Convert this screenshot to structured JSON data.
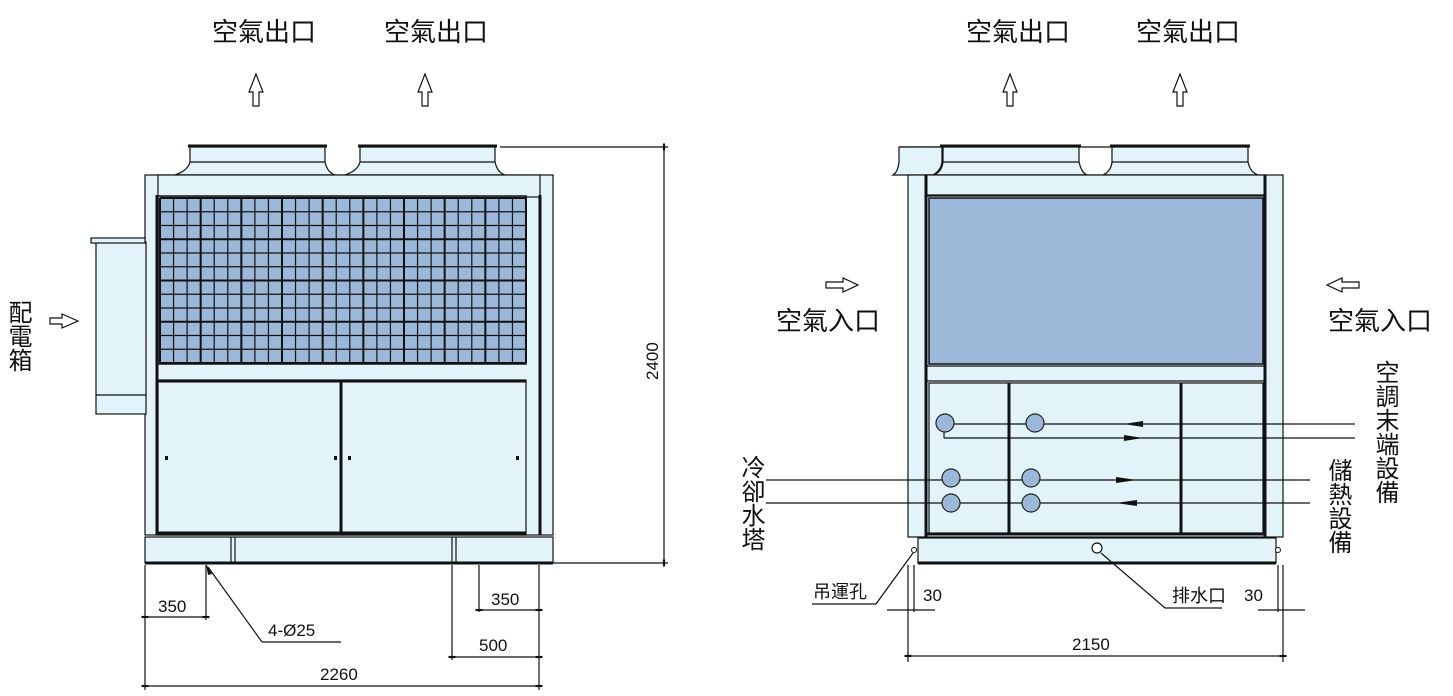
{
  "colors": {
    "panel": "#e2f4f9",
    "coil": "#9cb8d9",
    "line": "#111111",
    "background": "#ffffff"
  },
  "left_view": {
    "air_outlets": [
      "空氣出口",
      "空氣出口"
    ],
    "electrical_box": "配電箱",
    "dimensions": {
      "height": "2400",
      "total_width": "2260",
      "foot_left": "350",
      "foot_right": "350",
      "right_offset": "500",
      "anchor_holes": "4-Ø25"
    }
  },
  "right_view": {
    "air_outlets": [
      "空氣出口",
      "空氣出口"
    ],
    "air_inlets": [
      "空氣入口",
      "空氣入口"
    ],
    "connections": {
      "cooling_tower": "冷卻水塔",
      "ac_terminal": "空調末端設備",
      "heat_storage": "儲熱設備"
    },
    "lifting_hole": "吊運孔",
    "drain": "排水口",
    "dimensions": {
      "total_width": "2150",
      "left_margin": "30",
      "right_margin": "30"
    }
  }
}
